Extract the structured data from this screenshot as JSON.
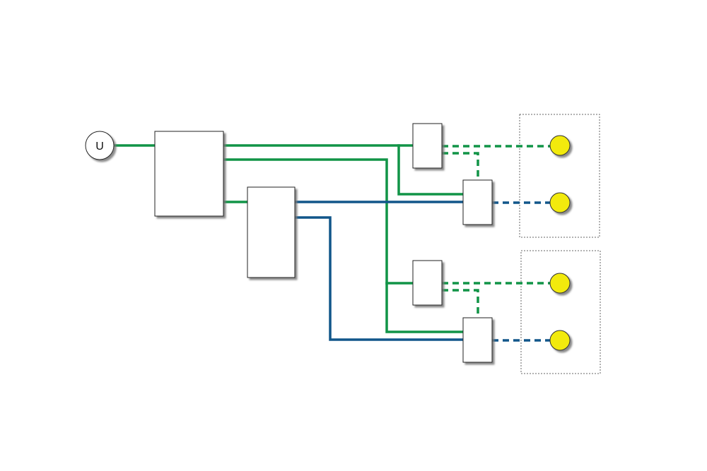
{
  "diagram": {
    "source": {
      "label": "U"
    },
    "colors": {
      "green_line": "#119447",
      "blue_line": "#11568a",
      "lamp_fill": "#f2ea0a",
      "block_fill": "#ffffff",
      "outline": "#222222",
      "shadow": "#8a8a8a",
      "group_border": "#666666"
    },
    "elements": [
      "source-circle",
      "main-block",
      "secondary-block",
      "upper-switch-blocks",
      "lower-switch-blocks",
      "lamp-groups"
    ]
  }
}
